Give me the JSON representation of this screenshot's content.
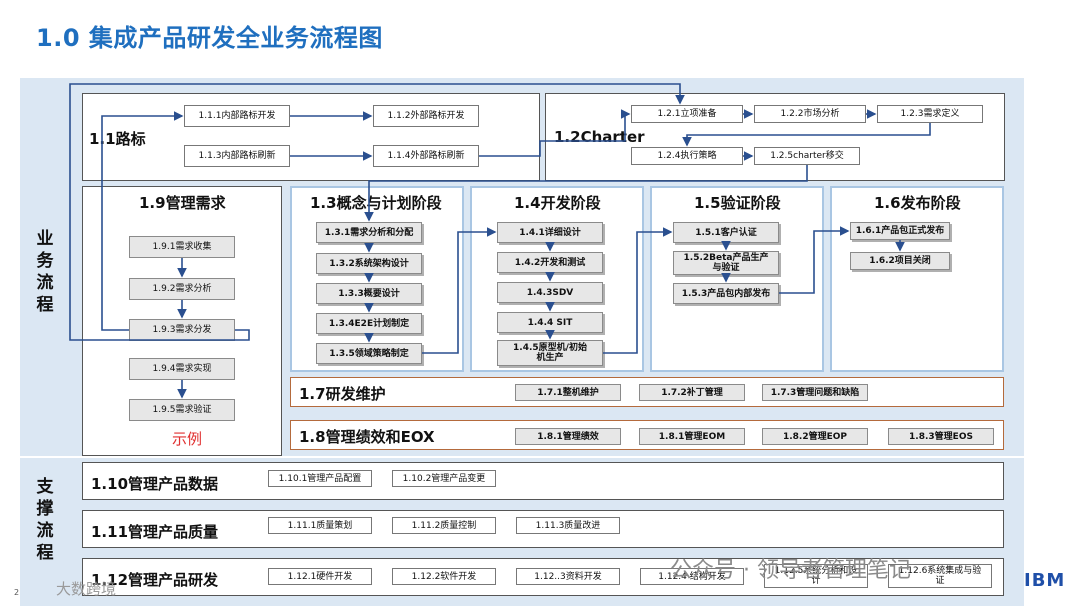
{
  "title": "1.0 集成产品研发全业务流程图",
  "side_labels": {
    "business": [
      "业",
      "务",
      "流",
      "程"
    ],
    "support": [
      "支",
      "撑",
      "流",
      "程"
    ]
  },
  "panels": {
    "p1_1": {
      "title": "1.1路标",
      "items": [
        "1.1.1内部路标开发",
        "1.1.2外部路标开发",
        "1.1.3内部路标刷新",
        "1.1.4外部路标刷新"
      ]
    },
    "p1_2": {
      "title": "1.2Charter",
      "items": [
        "1.2.1立项准备",
        "1.2.2市场分析",
        "1.2.3需求定义",
        "1.2.4执行策略",
        "1.2.5charter移交"
      ]
    },
    "p1_9": {
      "title": "1.9管理需求",
      "items": [
        "1.9.1需求收集",
        "1.9.2需求分析",
        "1.9.3需求分发",
        "1.9.4需求实现",
        "1.9.5需求验证"
      ]
    },
    "p1_3": {
      "title": "1.3概念与计划阶段",
      "items": [
        "1.3.1需求分析和分配",
        "1.3.2系统架构设计",
        "1.3.3概要设计",
        "1.3.4E2E计划制定",
        "1.3.5领域策略制定"
      ]
    },
    "p1_4": {
      "title": "1.4开发阶段",
      "items": [
        "1.4.1详细设计",
        "1.4.2开发和测试",
        "1.4.3SDV",
        "1.4.4 SIT",
        "1.4.5原型机/初始机生产"
      ]
    },
    "p1_5": {
      "title": "1.5验证阶段",
      "items": [
        "1.5.1客户认证",
        "1.5.2Beta产品生产与验证",
        "1.5.3产品包内部发布"
      ]
    },
    "p1_6": {
      "title": "1.6发布阶段",
      "items": [
        "1.6.1产品包正式发布",
        "1.6.2项目关闭"
      ]
    },
    "p1_7": {
      "title": "1.7研发维护",
      "items": [
        "1.7.1整机维护",
        "1.7.2补丁管理",
        "1.7.3管理问题和缺陷"
      ]
    },
    "p1_8": {
      "title": "1.8管理绩效和EOX",
      "items": [
        "1.8.1管理绩效",
        "1.8.1管理EOM",
        "1.8.2管理EOP",
        "1.8.3管理EOS"
      ]
    },
    "p1_10": {
      "title": "1.10管理产品数据",
      "items": [
        "1.10.1管理产品配置",
        "1.10.2管理产品变更"
      ]
    },
    "p1_11": {
      "title": "1.11管理产品质量",
      "items": [
        "1.11.1质量策划",
        "1.11.2质量控制",
        "1.11.3质量改进"
      ]
    },
    "p1_12": {
      "title": "1.12管理产品研发",
      "items": [
        "1.12.1硬件开发",
        "1.12.2软件开发",
        "1.12..3资料开发",
        "1.12.4 结构开发",
        "1.12.5系统分析和设计",
        "1.12.6系统集成与验证"
      ]
    }
  },
  "example_label": "示例",
  "watermarks": {
    "wechat": "公众号 · 领导者管理笔记",
    "brand": "大数跨境"
  },
  "page_number": "2",
  "logo_text": "IBM",
  "colors": {
    "title": "#1f6fbf",
    "band_bg": "#dbe7f3",
    "phase_border": "#a9c6e3",
    "maint_border": "#b46a3c",
    "example": "#e03030",
    "line": "#2a4f8f"
  }
}
